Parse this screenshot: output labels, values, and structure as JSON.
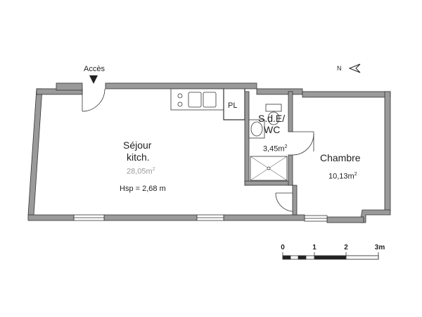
{
  "entrance_label": "Accès",
  "north_label": "N",
  "rooms": {
    "sejour": {
      "name_line1": "Séjour",
      "name_line2": "kitch.",
      "area_value": "28,05m",
      "area_unit_sup": "2",
      "height": "Hsp = 2,68 m"
    },
    "sde": {
      "name_line1": "S.d.E/",
      "name_line2": "WC",
      "area_value": "3,45m",
      "area_unit_sup": "2"
    },
    "chambre": {
      "name": "Chambre",
      "area_value": "10,13m",
      "area_unit_sup": "2"
    },
    "placard": {
      "name": "PL"
    }
  },
  "scale_bar": {
    "labels": [
      "0",
      "1",
      "2",
      "3m"
    ]
  },
  "colors": {
    "wall": "#9a9a9a",
    "wall_outline": "#333333",
    "line": "#333333"
  }
}
